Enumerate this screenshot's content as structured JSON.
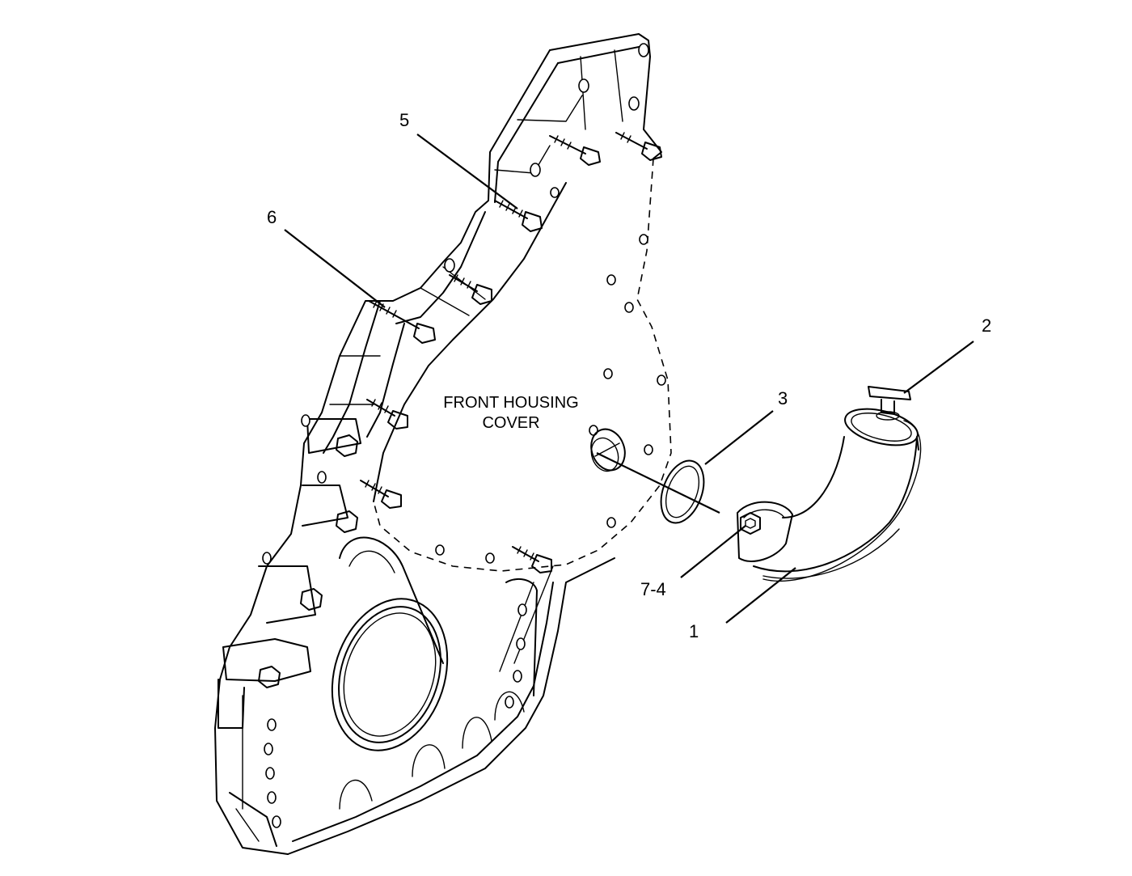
{
  "diagram": {
    "center_label_line1": "FRONT HOUSING",
    "center_label_line2": "COVER",
    "callouts": {
      "c1": "1",
      "c2": "2",
      "c3": "3",
      "c4": "7-4",
      "c5": "5",
      "c6": "6"
    }
  }
}
